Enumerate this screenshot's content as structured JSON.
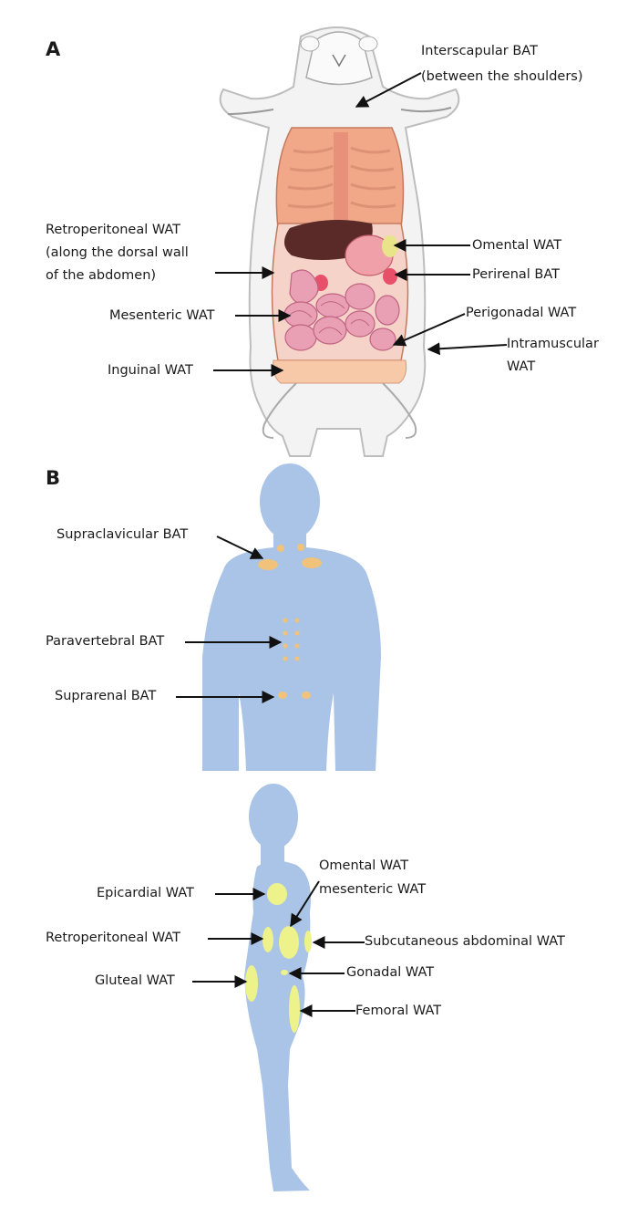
{
  "panel_a": {
    "letter": "A",
    "labels": {
      "interscapular_bat_1": "Interscapular BAT",
      "interscapular_bat_2": "(between the shoulders)",
      "retroperitoneal_wat_1": "Retroperitoneal WAT",
      "retroperitoneal_wat_2": "(along the dorsal wall",
      "retroperitoneal_wat_3": "of the abdomen)",
      "omental_wat": "Omental WAT",
      "perirenal_bat": "Perirenal BAT",
      "mesenteric_wat": "Mesenteric WAT",
      "perigonadal_wat": "Perigonadal WAT",
      "intramuscular_wat_1": "Intramuscular",
      "intramuscular_wat_2": "WAT",
      "inguinal_wat": "Inguinal WAT"
    }
  },
  "panel_b": {
    "letter": "B",
    "back_view": {
      "supraclavicular_bat": "Supraclavicular BAT",
      "paravertebral_bat": "Paravertebral BAT",
      "suprarenal_bat": "Suprarenal BAT"
    },
    "side_view": {
      "epicardial_wat": "Epicardial WAT",
      "omental_wat": "Omental WAT",
      "mesenteric_wat": "mesenteric WAT",
      "retroperitoneal_wat": "Retroperitoneal WAT",
      "subcutaneous_abdominal_wat": "Subcutaneous abdominal WAT",
      "gluteal_wat": "Gluteal WAT",
      "gonadal_wat": "Gonadal WAT",
      "femoral_wat": "Femoral WAT"
    }
  },
  "colors": {
    "human_body": "#a9c4e6",
    "brown_fat": "#f0c27a",
    "white_fat": "#eef28a",
    "liver": "#5a2a28",
    "intestine": "#e9a0b4",
    "muscle": "#f0a888"
  }
}
